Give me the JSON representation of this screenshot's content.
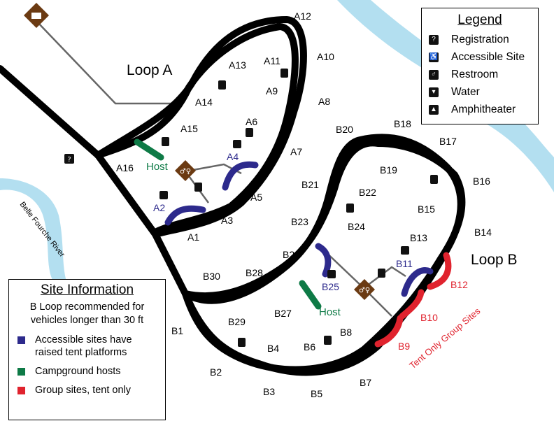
{
  "map": {
    "loop_a_label": "Loop A",
    "loop_b_label": "Loop B",
    "river_label": "Belle Fourche River",
    "host_label": "Host",
    "group_sites_label": "Tent Only Group Sites",
    "loop_a_sites": [
      "A1",
      "A2",
      "A3",
      "A4",
      "A5",
      "A6",
      "A7",
      "A8",
      "A9",
      "A10",
      "A11",
      "A12",
      "A13",
      "A14",
      "A15",
      "A16"
    ],
    "loop_b_sites": [
      "B1",
      "B2",
      "B3",
      "B4",
      "B5",
      "B6",
      "B7",
      "B8",
      "B9",
      "B10",
      "B11",
      "B12",
      "B13",
      "B14",
      "B15",
      "B16",
      "B17",
      "B18",
      "B19",
      "B20",
      "B21",
      "B22",
      "B23",
      "B24",
      "B25",
      "B26",
      "B27",
      "B28",
      "B29",
      "B30"
    ],
    "accessible_sites": [
      "A2",
      "A4",
      "B11",
      "B25"
    ],
    "group_sites": [
      "B9",
      "B10",
      "B12"
    ],
    "colors": {
      "river": "#b3dff0",
      "road": "#000000",
      "path": "#666666",
      "accessible": "#2d2a8c",
      "host": "#0e7a46",
      "group": "#e0232e",
      "facility": "#6b3a12"
    }
  },
  "legend": {
    "title": "Legend",
    "items": [
      {
        "label": "Registration",
        "icon": "registration-icon"
      },
      {
        "label": "Accessible Site",
        "icon": "wheelchair-icon"
      },
      {
        "label": "Restroom",
        "icon": "restroom-icon"
      },
      {
        "label": "Water",
        "icon": "water-icon"
      },
      {
        "label": "Amphitheater",
        "icon": "amphitheater-icon"
      }
    ]
  },
  "site_info": {
    "title": "Site Information",
    "note": "B Loop recommended for vehicles longer than 30 ft",
    "items": [
      {
        "label": "Accessible sites have raised tent platforms",
        "color": "#2d2a8c"
      },
      {
        "label": "Campground hosts",
        "color": "#0e7a46"
      },
      {
        "label": "Group sites, tent only",
        "color": "#e0232e"
      }
    ]
  }
}
